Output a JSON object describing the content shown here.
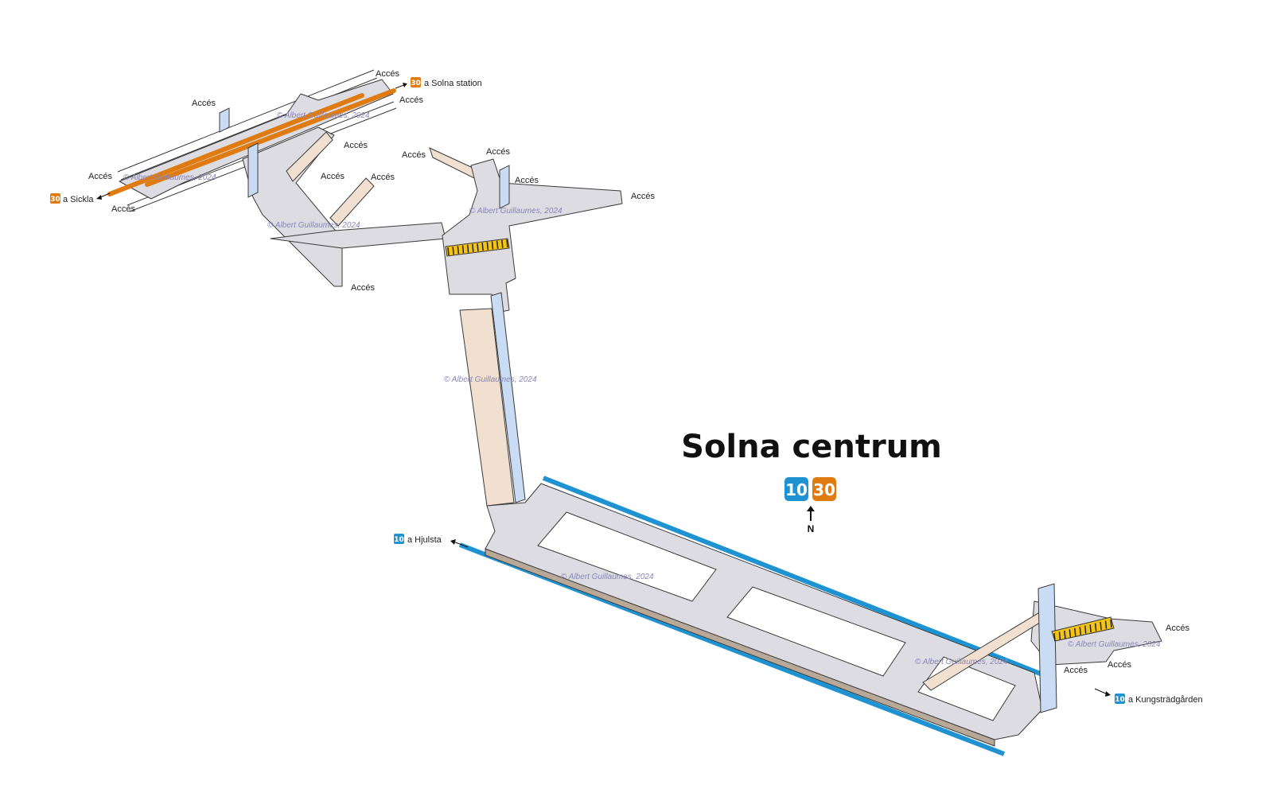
{
  "station": {
    "name": "Solna centrum",
    "lines": [
      {
        "number": "10",
        "color": "#1f93d2"
      },
      {
        "number": "30",
        "color": "#e07b12"
      }
    ],
    "north_arrow": "N"
  },
  "access_label": "Accés",
  "directions": {
    "line30_north": {
      "line": "30",
      "text": "a Solna station",
      "color": "#e07b12"
    },
    "line30_south": {
      "line": "30",
      "text": "a Sickla",
      "color": "#e07b12"
    },
    "line10_west": {
      "line": "10",
      "text": "a Hjulsta",
      "color": "#1f93d2"
    },
    "line10_east": {
      "line": "10",
      "text": "a Kungsträdgården",
      "color": "#1f93d2"
    }
  },
  "watermark": "© Albert Guillaumes, 2024",
  "colors": {
    "line10": "#1f93d2",
    "line30": "#e07b12",
    "floor": "#dcdce2",
    "ramp": "#f1dfd0",
    "lift": "#c9dcf4",
    "escalator": "#f2c318"
  }
}
